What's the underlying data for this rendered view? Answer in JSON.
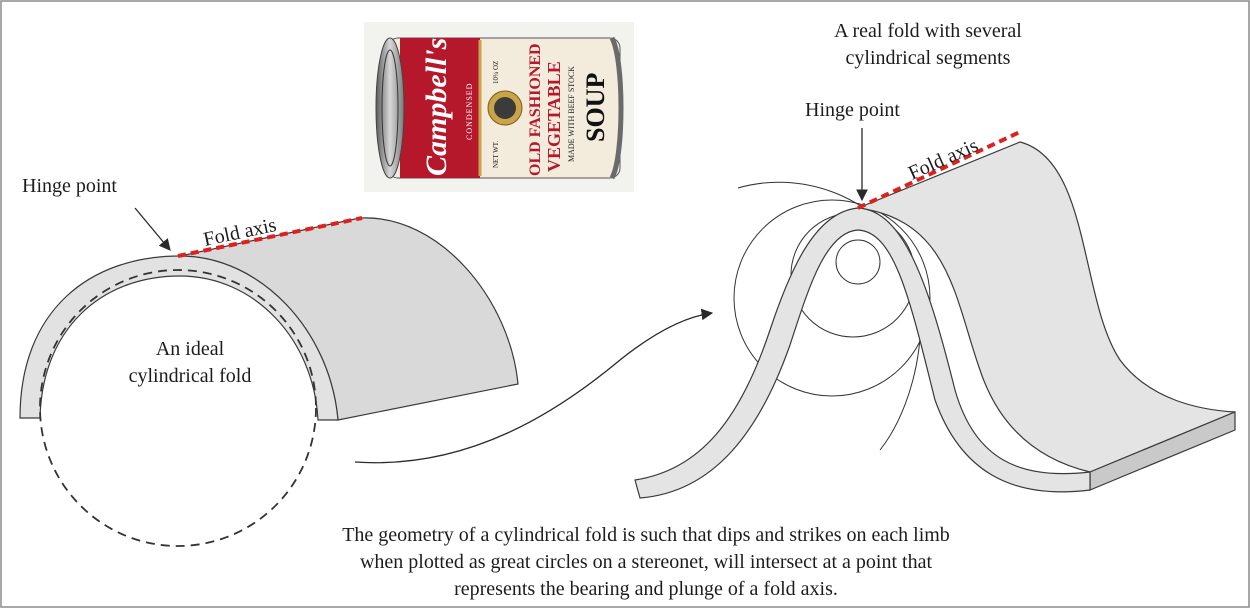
{
  "labels": {
    "hinge_point_left": "Hinge point",
    "fold_axis_left": "Fold axis",
    "ideal_fold_line1": "An ideal",
    "ideal_fold_line2": "cylindrical fold",
    "real_fold_line1": "A real fold with several",
    "real_fold_line2": "cylindrical segments",
    "hinge_point_right": "Hinge point",
    "fold_axis_right": "Fold axis"
  },
  "caption": {
    "line1": "The geometry of a cylindrical fold is such that dips and strikes on each limb",
    "line2": "when plotted as great circles on a stereonet, will intersect at a point that",
    "line3": "represents the bearing and plunge of a fold axis."
  },
  "can": {
    "brand": "Campbell's",
    "condensed": "CONDENSED",
    "variety_line1": "OLD FASHIONED",
    "variety_line2": "VEGETABLE",
    "subtitle": "MADE WITH BEEF STOCK",
    "product": "SOUP",
    "net_wt": "NET WT.",
    "weight": "10¾ OZ"
  },
  "colors": {
    "fold_fill": "#e4e4e4",
    "fold_stroke": "#3a3a3a",
    "fold_axis": "#e0201c",
    "can_red": "#b5172b",
    "can_cream": "#f3ecdc",
    "medallion": "#c9a449"
  }
}
